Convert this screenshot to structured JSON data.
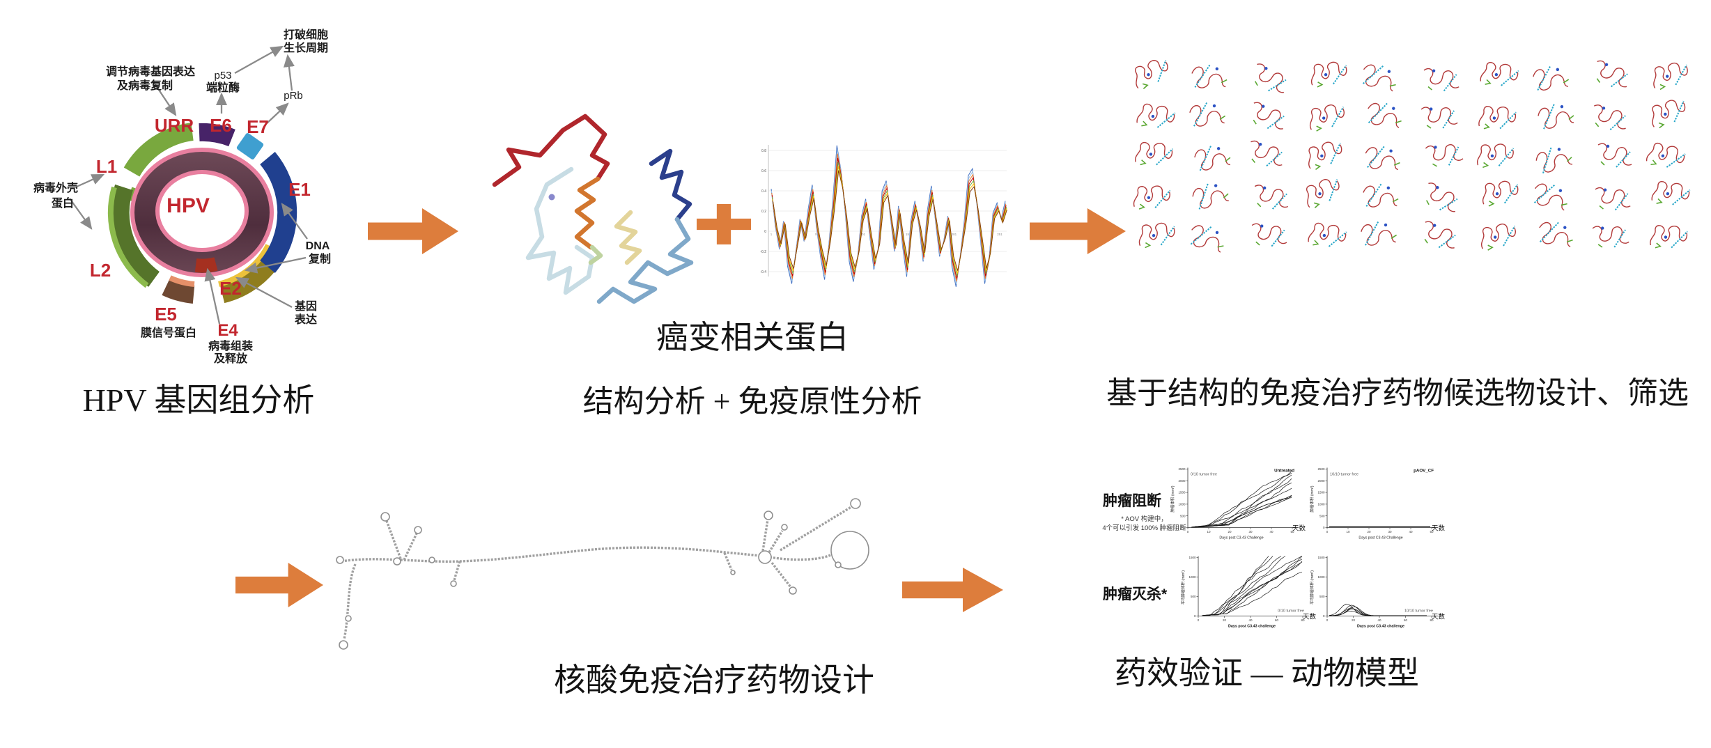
{
  "colors": {
    "accent_orange": "#DD7D3C",
    "label_red": "#C2262E",
    "arrow_gray": "#8a8a8a"
  },
  "hpv": {
    "center": "HPV",
    "labels": {
      "urr": "URR",
      "e6": "E6",
      "e7": "E7",
      "e1": "E1",
      "e2": "E2",
      "e4": "E4",
      "e5": "E5",
      "l1": "L1",
      "l2": "L2"
    },
    "ann": {
      "reg1": "调节病毒基因表达",
      "reg2": "及病毒复制",
      "p53": "p53",
      "tel": "端粒酶",
      "brk1": "打破细胞",
      "brk2": "生长周期",
      "prb": "pRb",
      "dna1": "DNA",
      "dna2": "复制",
      "gene1": "基因",
      "gene2": "表达",
      "cap1": "病毒外壳",
      "cap2": "蛋白",
      "mem": "膜信号蛋白",
      "asm1": "病毒组装",
      "asm2": "及释放"
    },
    "caption": "HPV 基因组分析"
  },
  "protein_panel": {
    "caption1": "癌变相关蛋白",
    "caption2": "结构分析 + 免疫原性分析"
  },
  "chart_data": {
    "type": "line",
    "title": "",
    "xlabel": "",
    "ylabel": "",
    "legend": "none",
    "grid": true,
    "ylim": [
      -0.7,
      0.9
    ],
    "yticks": [
      "0.8",
      "0.6",
      "0.4",
      "0.2",
      "0",
      "-0.2",
      "-0.4"
    ],
    "xticks": [
      "1",
      "51",
      "101",
      "151",
      "201",
      "251"
    ],
    "series_colors": [
      "#4472C4",
      "#9DC3E6",
      "#ED7D31",
      "#C00000",
      "#70AD47",
      "#FFC000",
      "#843C0C"
    ],
    "baseline": [
      0.42,
      0.05,
      -0.18,
      0.1,
      -0.35,
      -0.52,
      -0.2,
      0.12,
      -0.1,
      0.22,
      0.46,
      0.05,
      -0.25,
      -0.48,
      -0.15,
      0.3,
      0.85,
      0.6,
      0.2,
      -0.3,
      -0.5,
      -0.28,
      0.15,
      0.32,
      -0.05,
      -0.38,
      -0.18,
      0.4,
      0.5,
      0.15,
      -0.2,
      0.25,
      -0.15,
      -0.45,
      0.1,
      0.3,
      0.05,
      -0.3,
      0.2,
      0.45,
      0.1,
      -0.25,
      -0.1,
      0.15,
      -0.35,
      -0.55,
      -0.25,
      0.1,
      0.55,
      0.62,
      0.3,
      -0.1,
      -0.52,
      -0.3,
      0.18,
      0.28,
      0.12,
      0.3
    ]
  },
  "candidates": {
    "caption": "基于结构的免疫治疗药物候选物设计、筛选",
    "grid": {
      "rows": 5,
      "cols": 10
    }
  },
  "rna_panel": {
    "caption": "核酸免疫治疗药物设计"
  },
  "efficacy": {
    "caption": "药效验证 — 动物模型",
    "block_label": "肿瘤阻断",
    "note1": "* AOV 构建中，",
    "note2": "4个可以引发 100% 肿瘤阻断",
    "kill_label": "肿瘤灭杀*",
    "days": "天数",
    "charts": [
      {
        "ylabel": "肿瘤体积 (mm³)",
        "yticks": [
          "2500",
          "2000",
          "1500",
          "1000",
          "500",
          "0"
        ],
        "xticks": [
          "0",
          "10",
          "20",
          "30",
          "40",
          "50"
        ],
        "xlabel": "Days post C3.43 Challenge",
        "annotation": "0/10 tumor free",
        "series_label": "Untreated",
        "shape": "rise"
      },
      {
        "ylabel": "肿瘤体积 (mm³)",
        "yticks": [
          "2500",
          "2000",
          "1500",
          "1000",
          "500",
          "0"
        ],
        "xticks": [
          "0",
          "10",
          "20",
          "30",
          "40",
          "50"
        ],
        "xlabel": "Days post C3.43 Challenge",
        "annotation": "10/10 tumor free",
        "series_label": "pAOV_CF",
        "shape": "flat"
      },
      {
        "ylabel": "平均肿瘤体积 (mm³)",
        "yticks": [
          "1500",
          "1000",
          "500",
          "0"
        ],
        "xticks": [
          "0",
          "20",
          "40",
          "60",
          "80"
        ],
        "xlabel": "Days post C3.43 challenge",
        "annotation": "0/10 tumor free",
        "series_label": "",
        "shape": "rise2"
      },
      {
        "ylabel": "平均肿瘤体积 (mm³)",
        "yticks": [
          "1500",
          "1000",
          "500",
          "0"
        ],
        "xticks": [
          "0",
          "20",
          "40",
          "60",
          "80"
        ],
        "xlabel": "Days post C3.43 challenge",
        "annotation": "10/10 tumor free",
        "series_label": "",
        "shape": "bump"
      }
    ]
  }
}
